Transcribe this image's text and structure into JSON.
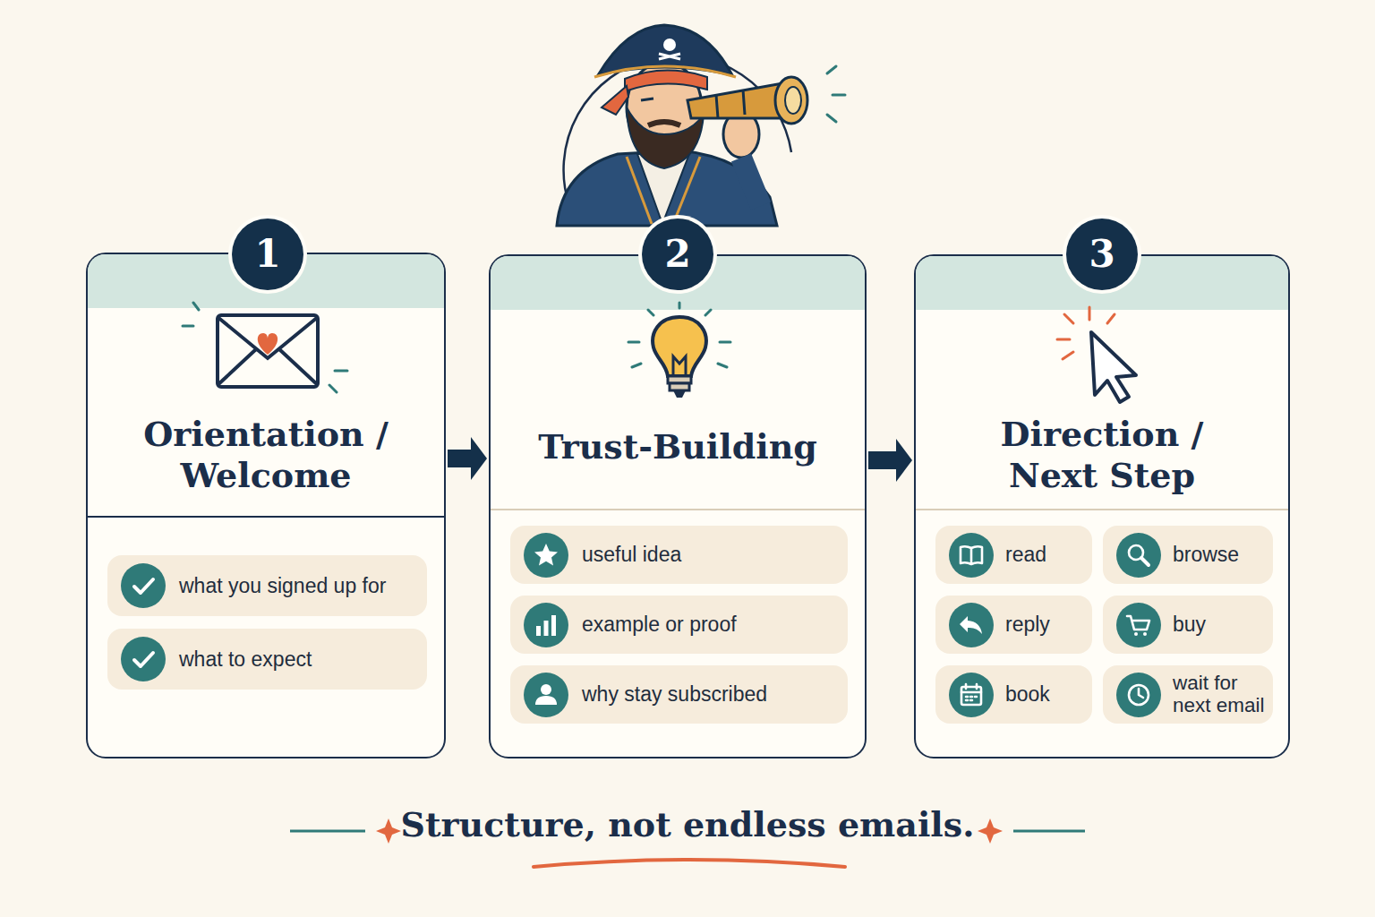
{
  "diagram": {
    "caption": "Structure, not endless emails.",
    "nodes": [
      {
        "text": [
          "Orientation / Welcome"
        ]
      },
      {
        "text": [
          "1"
        ],
        "in": 0
      },
      {
        "text": [
          "what you signed up for"
        ],
        "in": 0
      },
      {
        "text": [
          "what to expect"
        ],
        "in": 0
      },
      {
        "text": [
          "Trust-Building"
        ]
      },
      {
        "text": [
          "2"
        ],
        "in": 4
      },
      {
        "text": [
          "useful idea"
        ],
        "in": 4
      },
      {
        "text": [
          "example or proof"
        ],
        "in": 4
      },
      {
        "text": [
          "why stay subscribed"
        ],
        "in": 4
      },
      {
        "text": [
          "Direction / Next Step"
        ]
      },
      {
        "text": [
          "3"
        ],
        "in": 9
      },
      {
        "text": [
          "read"
        ],
        "in": 9
      },
      {
        "text": [
          "browse"
        ],
        "in": 9
      },
      {
        "text": [
          "reply"
        ],
        "in": 9
      },
      {
        "text": [
          "buy"
        ],
        "in": 9
      },
      {
        "text": [
          "book"
        ],
        "in": 9
      },
      {
        "text": [
          "wait for next email"
        ],
        "in": 9
      }
    ],
    "edges": [
      {
        "from": 0,
        "to": 4,
        "arrow": "to"
      },
      {
        "from": 4,
        "to": 9,
        "arrow": "to"
      }
    ]
  }
}
